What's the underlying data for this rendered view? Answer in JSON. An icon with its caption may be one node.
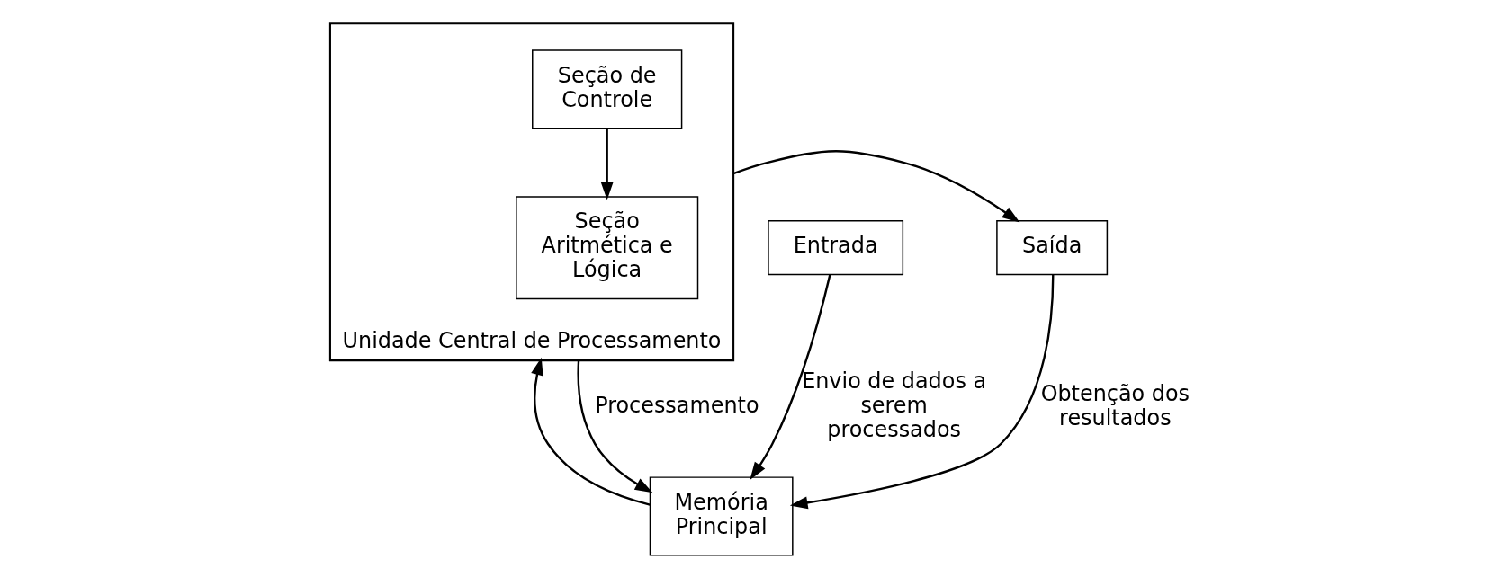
{
  "diagram": {
    "nodes": [
      {
        "text": [
          "Memória Principal"
        ]
      },
      {
        "text": [
          "Entrada"
        ]
      },
      {
        "text": [
          "Unidade Central de Processamento"
        ]
      },
      {
        "text": [
          "Seção Aritmética e Lógica"
        ],
        "in": 2
      },
      {
        "text": [
          "Seção de Controle"
        ],
        "in": 2
      },
      {
        "text": [
          "Saída"
        ]
      }
    ],
    "edges": [
      {
        "from": 1,
        "to": 0,
        "arrow": "to",
        "label": "Envio de dados a serem processados"
      },
      {
        "from": 0,
        "to": 2,
        "arrow": "to"
      },
      {
        "from": 2,
        "to": 0,
        "arrow": "to",
        "label": "Processamento"
      },
      {
        "from": 4,
        "to": 3,
        "arrow": "to"
      },
      {
        "from": 2,
        "to": 5,
        "arrow": "to"
      },
      {
        "from": 5,
        "to": 0,
        "arrow": "to",
        "label": "Obtenção dos resultados"
      }
    ]
  }
}
